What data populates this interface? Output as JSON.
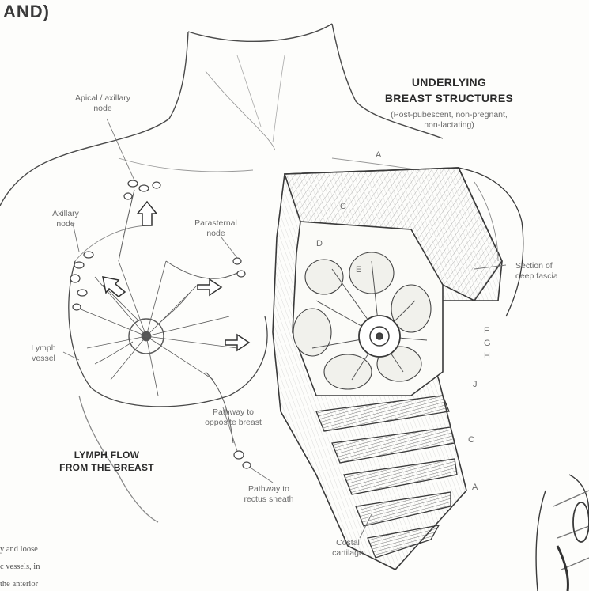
{
  "header_fragment": "AND)",
  "headings": {
    "structures_line1": "UNDERLYING",
    "structures_line2": "BREAST STRUCTURES",
    "structures_sub1": "(Post-pubescent, non-pregnant,",
    "structures_sub2": "non-lactating)",
    "lymph_line1": "LYMPH FLOW",
    "lymph_line2": "FROM THE BREAST"
  },
  "labels": {
    "apical_1": "Apical / axillary",
    "apical_2": "node",
    "axillary_1": "Axillary",
    "axillary_2": "node",
    "parasternal_1": "Parasternal",
    "parasternal_2": "node",
    "section_1": "Section of",
    "section_2": "deep fascia",
    "lymph_vessel_1": "Lymph",
    "lymph_vessel_2": "vessel",
    "opposite_1": "Pathway to",
    "opposite_2": "opposite breast",
    "rectus_1": "Pathway to",
    "rectus_2": "rectus sheath",
    "costal_1": "Costal",
    "costal_2": "cartilage"
  },
  "letters": {
    "a_top": "A",
    "c_top": "C",
    "d": "D",
    "e": "E",
    "f": "F",
    "g": "G",
    "h": "H",
    "j": "J",
    "c_bottom": "C",
    "a_bottom": "A"
  },
  "body_text": {
    "line1": "y and loose",
    "line2": "c vessels, in",
    "line3": "the anterior"
  },
  "colors": {
    "ink": "#3a3a3a",
    "label": "#6a6a6a",
    "paper": "#fdfdfb"
  }
}
